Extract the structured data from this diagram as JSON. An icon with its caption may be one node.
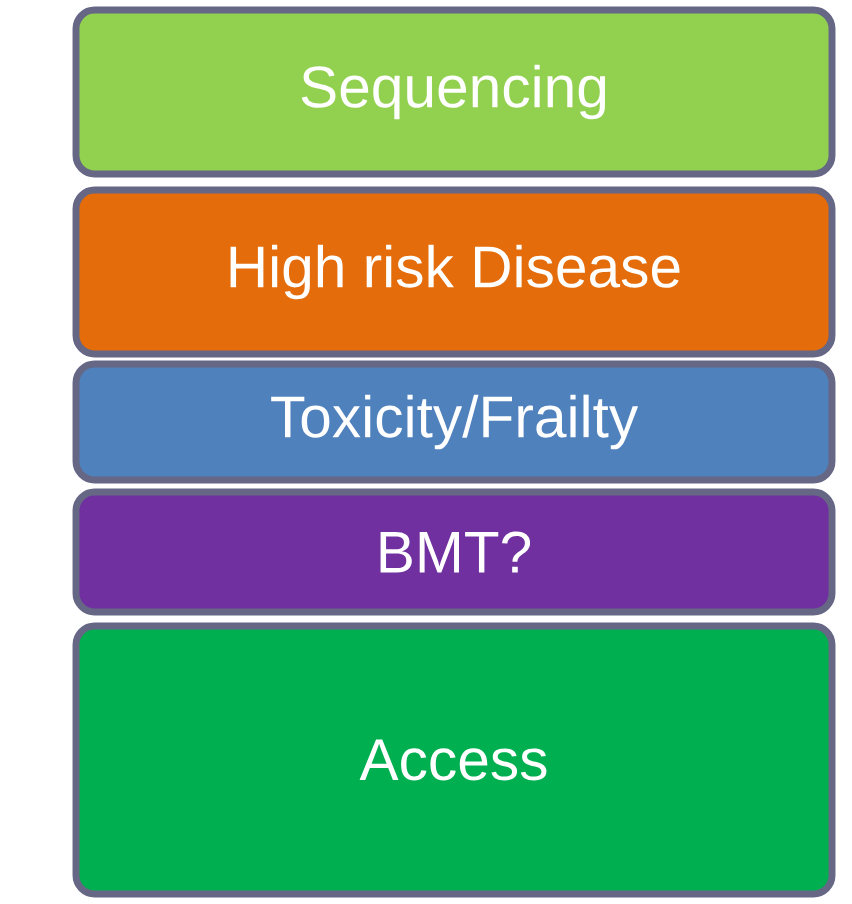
{
  "diagram": {
    "nodes": [
      {
        "text": [
          "Sequencing"
        ]
      },
      {
        "text": [
          "High risk Disease"
        ]
      },
      {
        "text": [
          "Toxicity/Frailty"
        ]
      },
      {
        "text": [
          "BMT?"
        ]
      },
      {
        "text": [
          "Access"
        ]
      }
    ]
  }
}
